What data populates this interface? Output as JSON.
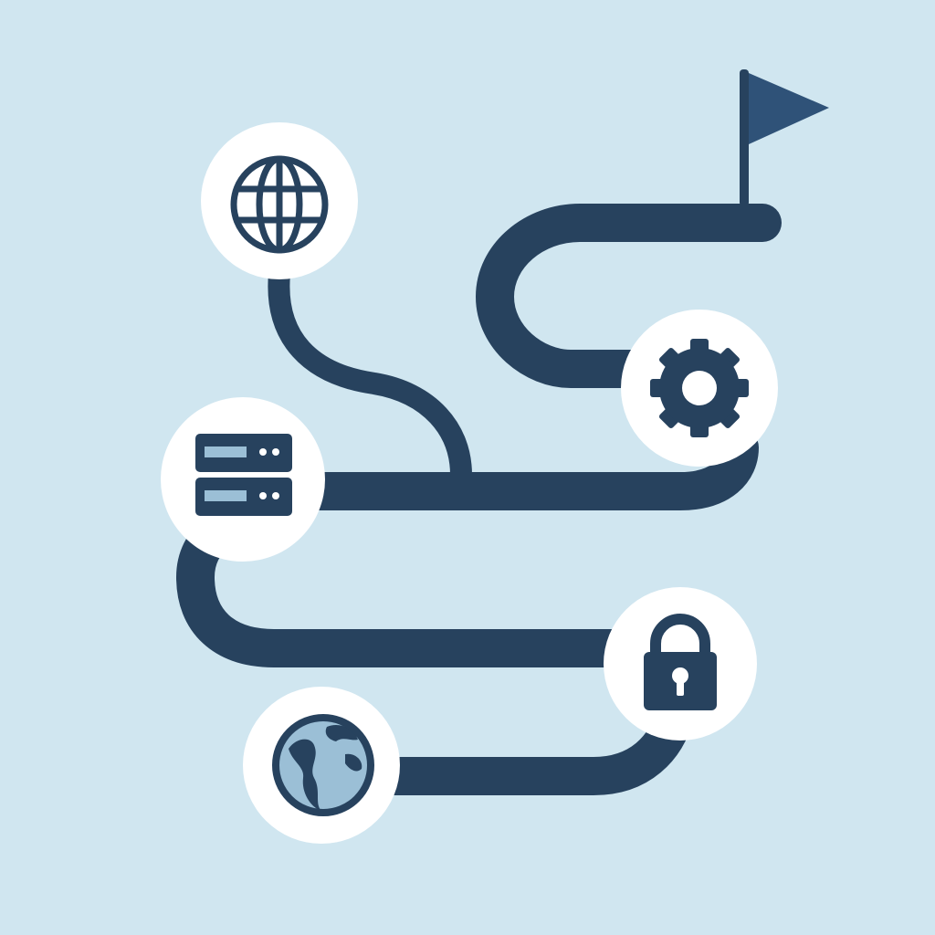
{
  "colors": {
    "background": "#d0e6f0",
    "path": "#27425e",
    "node_fill": "#ffffff",
    "icon": "#27425e",
    "icon_accent": "#9bbfd6",
    "flag": "#2f5278"
  },
  "nodes": [
    {
      "id": "web",
      "icon": "globe-grid-icon"
    },
    {
      "id": "servers",
      "icon": "server-stack-icon"
    },
    {
      "id": "settings",
      "icon": "gear-icon"
    },
    {
      "id": "security",
      "icon": "padlock-icon"
    },
    {
      "id": "world",
      "icon": "earth-icon"
    }
  ],
  "goal": {
    "icon": "flag-icon"
  }
}
